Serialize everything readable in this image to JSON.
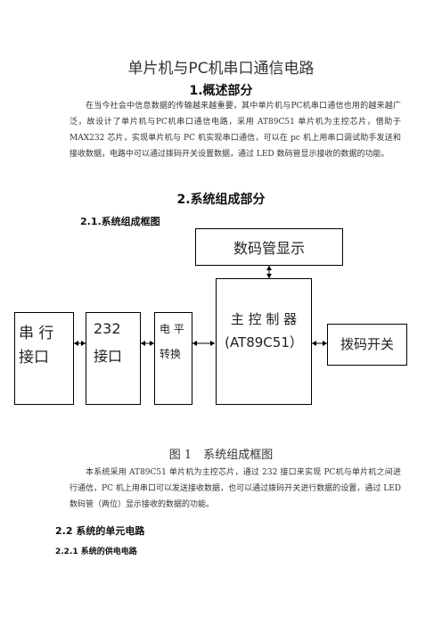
{
  "title": "单片机与PC机串口通信电路",
  "section1": {
    "heading": "1.概述部分",
    "paragraph": "在当今社会中信息数据的传输越来越重要，其中单片机与PC机串口通信也用的越来越广泛，故设计了单片机与PC机串口通信电路，采用 AT89C51 单片机为主控芯片，借助于 MAX232 芯片，实现单片机与 PC 机实现串口通信，可以在 pc 机上用串口调试助手发送和接收数据，电路中可以通过拨码开关设置数据，通过 LED 数码管显示接收的数据的功能。"
  },
  "section2": {
    "heading": "2.系统组成部分",
    "sub1": "2.1.系统组成框图",
    "diagram": {
      "display": "数码管显示",
      "serial_line1": "串 行",
      "serial_line2": "接口",
      "rs232_line1": "232",
      "rs232_line2": "接口",
      "level_line1": "电 平",
      "level_line2": "转换",
      "controller_line1": "主 控 制 器",
      "controller_line2": "(AT89C51）",
      "dip": "拨码开关"
    },
    "caption": "图 1　系统组成框图",
    "paragraph": "本系统采用 AT89C51 单片机为主控芯片，通过 232 接口来实现 PC机与单片机之间进行通信，PC 机上用串口可以发送接收数据，也可以通过拨码开关进行数据的设置，通过 LED 数码管（两位）显示接收的数据的功能。",
    "sub2": "2.2 系统的单元电路",
    "sub3": "2.2.1 系统的供电电路"
  }
}
